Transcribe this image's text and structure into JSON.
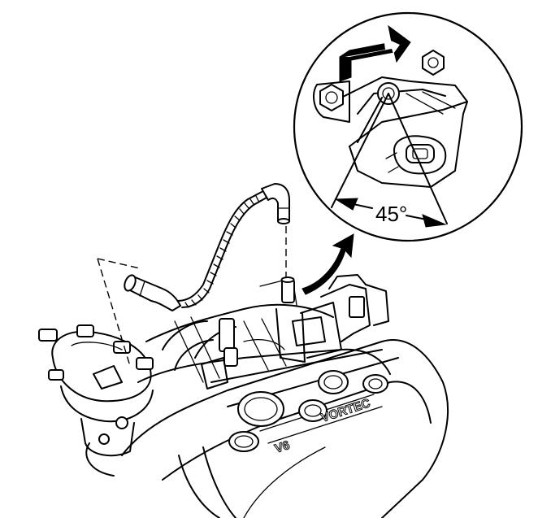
{
  "diagram": {
    "detail_callout": {
      "angle_label": "45°"
    },
    "engine": {
      "manifold_marking_left": "V6",
      "manifold_marking_right": "VORTEC"
    }
  }
}
